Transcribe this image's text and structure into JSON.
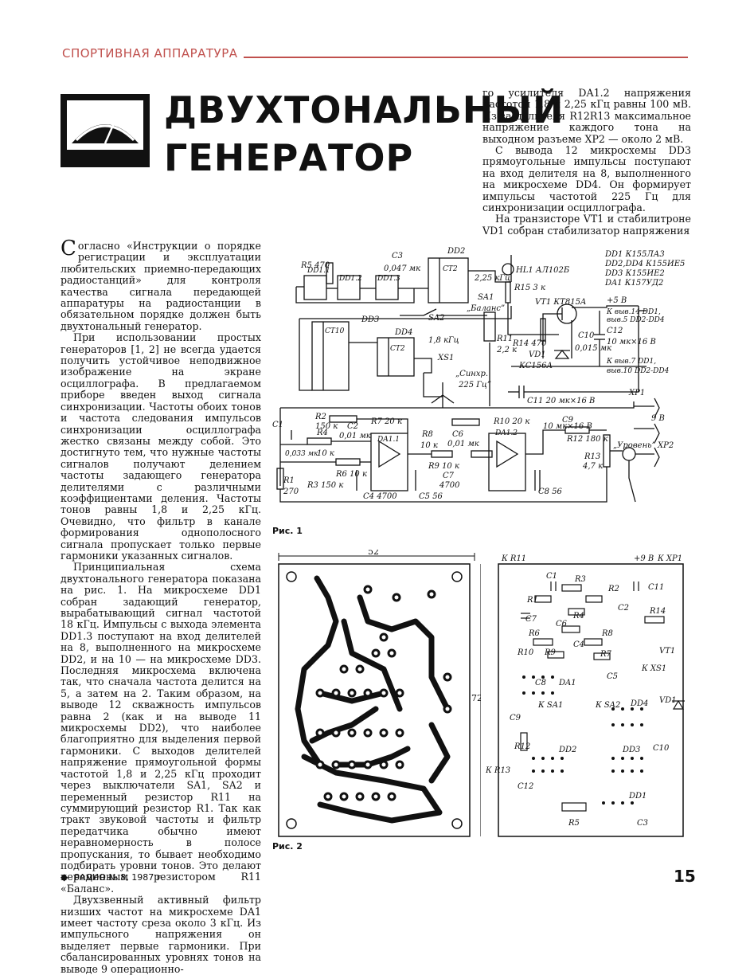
{
  "header": {
    "rubric": "СПОРТИВНАЯ АППАРАТУРА",
    "title_line1": "ДВУХТОНАЛЬНЫЙ",
    "title_line2": "ГЕНЕРАТОР"
  },
  "right_column": {
    "paragraphs": [
      "го усилителя DA1.2 напряжения частотой 1,8 и 2,25 кГц равны 100 мВ. Из-за делителя R12R13 максимальное напряжение каждого тона на выходном разъеме XP2 — около 2 мВ.",
      "С вывода 12 микросхемы DD3 прямоугольные импульсы поступают на вход делителя на 8, выполненного на микросхеме DD4. Он формирует импульсы частотой 225 Гц для синхронизации осциллографа.",
      "На транзисторе VT1 и стабилитроне VD1 собран стабилизатор напряжения"
    ]
  },
  "left_column": {
    "dropcap": "С",
    "paragraphs": [
      "огласно «Инструкции о порядке регистрации и эксплуатации любительских приемно-передающих радиостанций» для контроля качества сигнала передающей аппаратуры на радиостанции в обязательном порядке должен быть двухтональный генератор.",
      "При использовании простых генераторов [1, 2] не всегда удается получить устойчивое неподвижное изображение на экране осциллографа. В предлагаемом приборе введен выход сигнала синхронизации. Частоты обоих тонов и частота следования импульсов синхронизации осциллографа жестко связаны между собой. Это достигнуто тем, что нужные частоты сигналов получают делением частоты задающего генератора делителями с различными коэффициентами деления. Частоты тонов равны 1,8 и 2,25 кГц. Очевидно, что фильтр в канале формирования однополосного сигнала пропускает только первые гармоники указанных сигналов.",
      "Принципиальная схема двухтонального генератора показана на рис. 1. На микросхеме DD1 собран задающий генератор, вырабатывающий сигнал частотой 18 кГц. Импульсы с выхода элемента DD1.3 поступают на вход делителей на 8, выполненного на микросхеме DD2, и на 10 — на микросхеме DD3. Последняя микросхема включена так, что сначала частота делится на 5, а затем на 2. Таким образом, на выводе 12 скважность импульсов равна 2 (как и на выводе 11 микросхемы DD2), что наиболее благоприятно для выделения первой гармоники. С выходов делителей напряжение прямоугольной формы частотой 1,8 и 2,25 кГц проходит через выключатели SA1, SA2 и переменный резистор R11 на суммирующий резистор R1. Так как тракт звуковой частоты и фильтр передатчика обычно имеют неравномерность в полосе пропускания, то бывает необходимо подбирать уровни тонов. Это делают переменным резистором R11 «Баланс».",
      "Двухзвенный активный фильтр низших частот на микросхеме DA1 имеет частоту среза около 3 кГц. Из импульсного напряжения он выделяет первые гармоники. При сбалансированных уровнях тонов на выводе 9 операционно-"
    ]
  },
  "figure1": {
    "caption": "Рис. 1",
    "labels": {
      "parts_list": [
        "DD1 К155ЛА3",
        "DD2,DD4 К155ИЕ5",
        "DD3 К155ИЕ2",
        "DA1 К157УД2"
      ],
      "r5": "R5 470",
      "dd11": "DD1.1",
      "dd12": "DD1.2",
      "dd13": "DD1.3",
      "c3": "C3",
      "c3v": "0,047 мк",
      "dd2": "DD2",
      "ct2": "CT2",
      "ct10": "CT10",
      "dd3": "DD3",
      "dd4": "DD4",
      "f225": "2,25 кГц",
      "sa1": "SA1",
      "sa2": "SA2",
      "f18": "1,8 кГц",
      "hl1": "HL1 АЛ102Б",
      "r15": "R15 3 к",
      "vt1": "VT1 КТ815А",
      "balans": "„Баланс”",
      "r11": "R11",
      "r11v": "2,2 к",
      "xs1": "XS1",
      "sync": "„Синхр.",
      "sync2": "225 Гц”",
      "plus5": "+5 В",
      "to14": "К выв.14 DD1,",
      "to5": "выв.5 DD2-DD4",
      "c12": "C12",
      "c12v": "10 мк×16 В",
      "c10": "C10",
      "c10v": "0,015 мк",
      "r14": "R14 470",
      "vd1": "VD1",
      "vd1v": "КС156А",
      "to7": "К выв.7 DD1,",
      "to10": "выв.10 DD2-DD4",
      "c11": "C11 20 мк×16 В",
      "xp1": "XP1",
      "v9": "9 В",
      "r2": "R2",
      "r2v": "150 к",
      "c1": "C1",
      "c1v": "0,033 мк",
      "r4": "R4",
      "r4v": "10 к",
      "c2": "C2",
      "c2v": "0,01 мк",
      "r7": "R7 20 к",
      "da11": "DA1.1",
      "r6": "R6 10 к",
      "r1": "R1",
      "r1v": "270",
      "r3": "R3 150 к",
      "c4": "C4 4700",
      "c5": "C5 56",
      "r8": "R8",
      "r8v": "10 к",
      "c6": "C6",
      "c6v": "0,01 мк",
      "r9": "R9 10 к",
      "c7": "C7",
      "c7v": "4700",
      "r10": "R10 20 к",
      "da12": "DA1.2",
      "c8": "C8 56",
      "c9": "C9",
      "c9v": "10 мк×16 В",
      "r12": "R12 180 к",
      "r13": "R13",
      "r13v": "4,7 к",
      "level": "„Уровень”",
      "xp2": "XP2"
    }
  },
  "figure2": {
    "caption": "Рис. 2",
    "dim_w": "52",
    "dim_h": "72",
    "labels": {
      "kr11": "К R11",
      "c1": "C1",
      "r3": "R3",
      "v9": "+9 В",
      "kxp1": "К XP1",
      "c11": "C11",
      "r1": "R1",
      "r2": "R2",
      "c2": "C2",
      "c7": "C7",
      "r4": "R4",
      "c6": "C6",
      "r14": "R14",
      "r6": "R6",
      "r8": "R8",
      "c4": "C4",
      "r10": "R10",
      "r9": "R9",
      "r7": "R7",
      "vt1": "VT1",
      "kxs1": "К XS1",
      "c8": "C8",
      "da1": "DA1",
      "c5": "C5",
      "ksa1": "К SA1",
      "ksa2": "К SA2",
      "dd4": "DD4",
      "vd1": "VD1",
      "c9": "C9",
      "r12": "R12",
      "kr13": "К R13",
      "dd2": "DD2",
      "dd3": "DD3",
      "c10": "C10",
      "c12": "C12",
      "dd1": "DD1",
      "r5": "R5",
      "c3": "C3"
    }
  },
  "footer": {
    "issue": "РАДИО № 8, 1987 г.",
    "page": "15"
  }
}
